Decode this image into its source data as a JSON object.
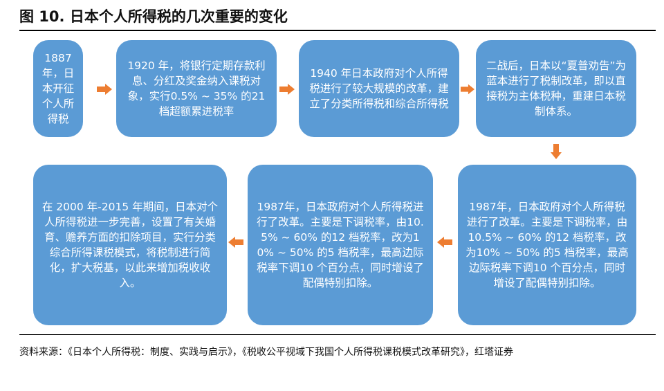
{
  "title": "图 10. 日本个人所得税的几次重要的变化",
  "boxes": [
    {
      "text": "1887年，日本开征个人所得税"
    },
    {
      "text": "1920 年，将银行定期存款利息、分红及奖金纳入课税对象，实行0.5% ~ 35% 的21 档超额累进税率"
    },
    {
      "text": "1940 年日本政府对个人所得税进行了较大规模的改革，建立了分类所得税和综合所得税"
    },
    {
      "text": "二战后，日本以“夏普劝告”为蓝本进行了税制改革，即以直接税为主体税种，重建日本税制体系。"
    },
    {
      "text": "1987年，日本政府对个人所得税进行了改革。主要是下调税率，由10.5% ~ 60% 的12 档税率，改为10% ~ 50% 的5 档税率，最高边际税率下调10 个百分点，同时增设了配偶特别扣除。"
    },
    {
      "text": "1987年，日本政府对个人所得税进行了改革。主要是下调税率，由10.5% ~ 60% 的12 档税率，改为10% ~ 50% 的5 档税率，最高边际税率下调10 个百分点，同时增设了配偶特别扣除。"
    },
    {
      "text": "在 2000 年-2015 年期间，日本对个人所得税进一步完善，设置了有关婚育、赡养方面的扣除项目，实行分类综合所得课税模式，将税制进行简化，扩大税基，以此来增加税收收入。"
    }
  ],
  "source": "资料来源：《日本个人所得税：制度、实践与启示》，《税收公平视域下我国个人所得税课税模式改革研究》，红塔证券",
  "colors": {
    "box_fill": "#5b9bd5",
    "box_text": "#ffffff",
    "arrow": "#ed7d31"
  }
}
